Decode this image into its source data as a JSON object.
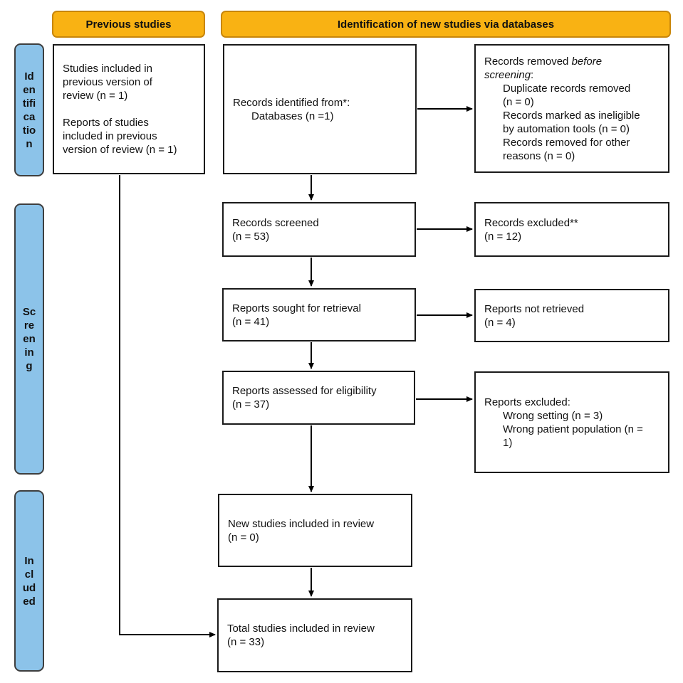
{
  "headers": {
    "previous": "Previous studies",
    "new_studies": "Identification of new studies via databases"
  },
  "sidebar": {
    "identification": {
      "label": "Identification",
      "lines": [
        "Id",
        "en",
        "tifi",
        "ca",
        "tio",
        "n"
      ]
    },
    "screening": {
      "label": "Screening",
      "lines": [
        "Sc",
        "re",
        "en",
        "in",
        "g"
      ]
    },
    "included": {
      "label": "Included",
      "lines": [
        "In",
        "cl",
        "ud",
        "ed"
      ]
    }
  },
  "boxes": {
    "previous_studies": {
      "lines": [
        "Studies included in",
        "previous version of",
        "review (n = 1)",
        "",
        "Reports of studies",
        "included in previous",
        "version of review (n = 1)"
      ]
    },
    "records_identified": {
      "lines": [
        {
          "t": "Records identified from*:"
        },
        {
          "t": "Databases (n =1)",
          "ind": true
        }
      ]
    },
    "records_removed": {
      "lines": [
        {
          "parts": [
            {
              "t": "Records removed "
            },
            {
              "t": "before",
              "i": true
            }
          ]
        },
        {
          "parts": [
            {
              "t": "screening",
              "i": true
            },
            {
              "t": ":"
            }
          ]
        },
        {
          "t": "Duplicate records removed",
          "ind": true
        },
        {
          "t": "(n = 0)",
          "ind": true
        },
        {
          "t": "Records marked as ineligible",
          "ind": true
        },
        {
          "t": "by automation tools (n = 0)",
          "ind": true
        },
        {
          "t": "Records removed for other",
          "ind": true
        },
        {
          "t": "reasons (n = 0)",
          "ind": true
        }
      ]
    },
    "records_screened": {
      "lines": [
        "Records screened",
        "(n = 53)"
      ]
    },
    "records_excluded": {
      "lines": [
        "Records excluded**",
        "(n = 12)"
      ]
    },
    "reports_sought": {
      "lines": [
        "Reports sought for retrieval",
        "(n = 41)"
      ]
    },
    "reports_not_retrieved": {
      "lines": [
        "Reports not retrieved",
        "(n = 4)"
      ]
    },
    "reports_assessed": {
      "lines": [
        "Reports assessed for eligibility",
        "(n = 37)"
      ]
    },
    "reports_excluded": {
      "lines": [
        {
          "t": "Reports excluded:"
        },
        {
          "t": "Wrong setting (n = 3)",
          "ind": true
        },
        {
          "t": "Wrong patient population (n =",
          "ind": true
        },
        {
          "t": "1)",
          "ind": true
        }
      ]
    },
    "new_studies": {
      "lines": [
        "New studies included in review",
        "(n = 0)"
      ]
    },
    "total_studies": {
      "lines": [
        "Total studies included in review",
        "(n = 33)"
      ]
    }
  },
  "colors": {
    "header_fill": "#F9B213",
    "header_border": "#C8860B",
    "tab_fill": "#8CC3E9",
    "tab_border": "#3E3E3E",
    "box_border": "#1A1A1A",
    "arrow": "#000000"
  }
}
